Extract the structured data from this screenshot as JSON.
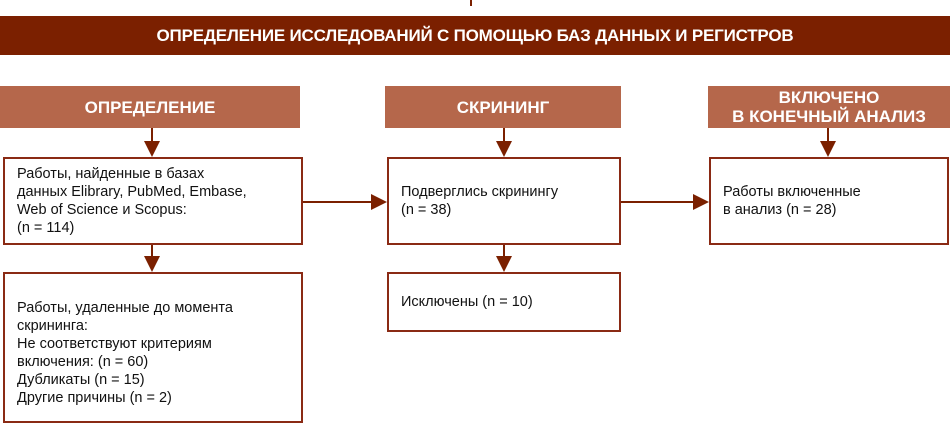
{
  "title": "ОПРЕДЕЛЕНИЕ ИССЛЕДОВАНИЙ С ПОМОЩЬЮ БАЗ ДАННЫХ И РЕГИСТРОВ",
  "sections": {
    "identification": "ОПРЕДЕЛЕНИЕ",
    "screening": "СКРИНИНГ",
    "included_line1": "ВКЛЮЧЕНО",
    "included_line2": "В КОНЕЧНЫЙ АНАЛИЗ"
  },
  "boxes": {
    "found": [
      "Работы, найденные в базах",
      "данных Elibrary, PubMed, Embase,",
      "Web of Science и Scopus:",
      "(n = 114)"
    ],
    "removed": [
      "Работы, удаленные до момента",
      "скрининга:",
      "Не соответствуют критериям",
      "включения: (n = 60)",
      "Дубликаты (n = 15)",
      "Другие причины (n = 2)"
    ],
    "screened": [
      "Подверглись скринингу",
      "(n = 38)"
    ],
    "excluded": [
      "Исключены (n = 10)"
    ],
    "included": [
      "Работы включенные",
      "в анализ (n = 28)"
    ]
  },
  "colors": {
    "title_bar": "#7b2000",
    "section_header": "#b5674b",
    "border": "#8a2a14"
  }
}
